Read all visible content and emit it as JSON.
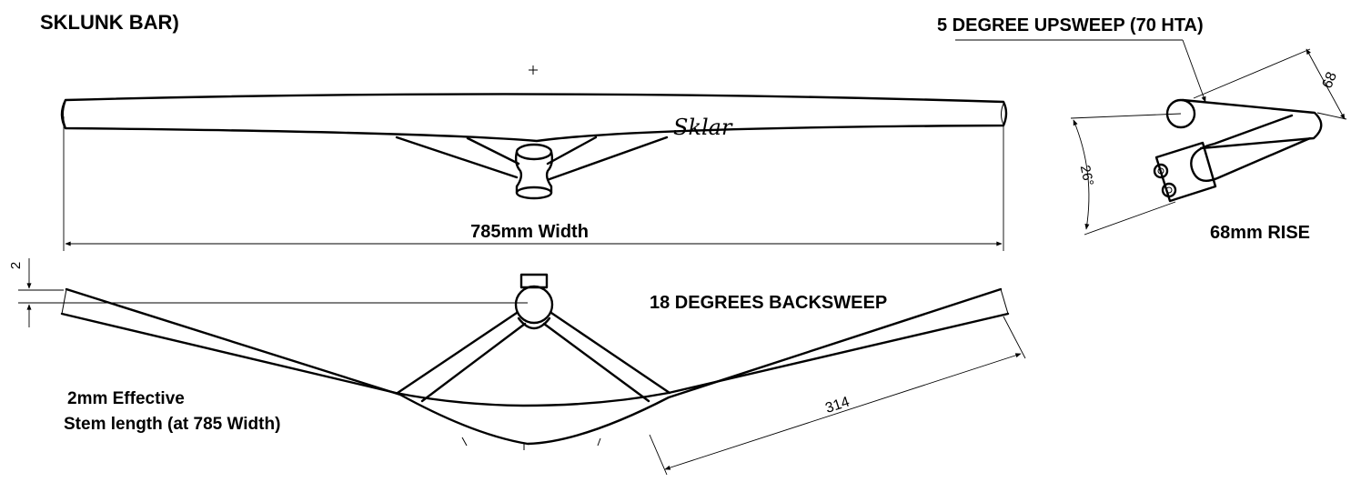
{
  "title": "SKLUNK BAR)",
  "labels": {
    "width": "785mm Width",
    "backsweep": "18 DEGREES BACKSWEEP",
    "effective_line1": "2mm Effective",
    "effective_line2": "Stem length (at 785 Width)",
    "upsweep": "5 DEGREE UPSWEEP (70 HTA)",
    "rise": "68mm RISE"
  },
  "dimensions": {
    "offset": "2",
    "length": "314",
    "rise_value": "68",
    "angle": "26°"
  },
  "logo": "Sklar"
}
